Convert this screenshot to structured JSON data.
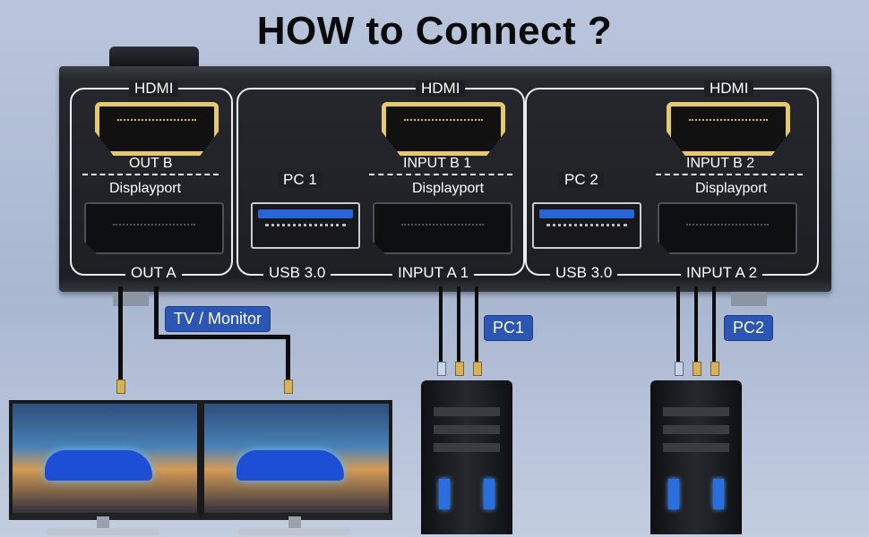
{
  "title": "HOW to Connect ?",
  "colors": {
    "accent_tag": "#2c56b3",
    "hdmi_gold": "#e6c86d",
    "usb_blue": "#2a63d6"
  },
  "output_group": {
    "hdmi_label": "HDMI",
    "hdmi_port": "OUT B",
    "dp_label": "Displayport",
    "dp_port": "OUT A"
  },
  "pc1_group": {
    "name": "PC 1",
    "hdmi_label": "HDMI",
    "hdmi_port": "INPUT B 1",
    "dp_label": "Displayport",
    "usb_label": "USB 3.0",
    "dp_port": "INPUT A 1"
  },
  "pc2_group": {
    "name": "PC 2",
    "hdmi_label": "HDMI",
    "hdmi_port": "INPUT B 2",
    "dp_label": "Displayport",
    "usb_label": "USB 3.0",
    "dp_port": "INPUT A 2"
  },
  "tags": {
    "monitor": "TV / Monitor",
    "pc1": "PC1",
    "pc2": "PC2"
  },
  "icons": [
    "hdmi-port-icon",
    "displayport-port-icon",
    "usb-port-icon",
    "monitor-icon",
    "pc-tower-icon"
  ]
}
